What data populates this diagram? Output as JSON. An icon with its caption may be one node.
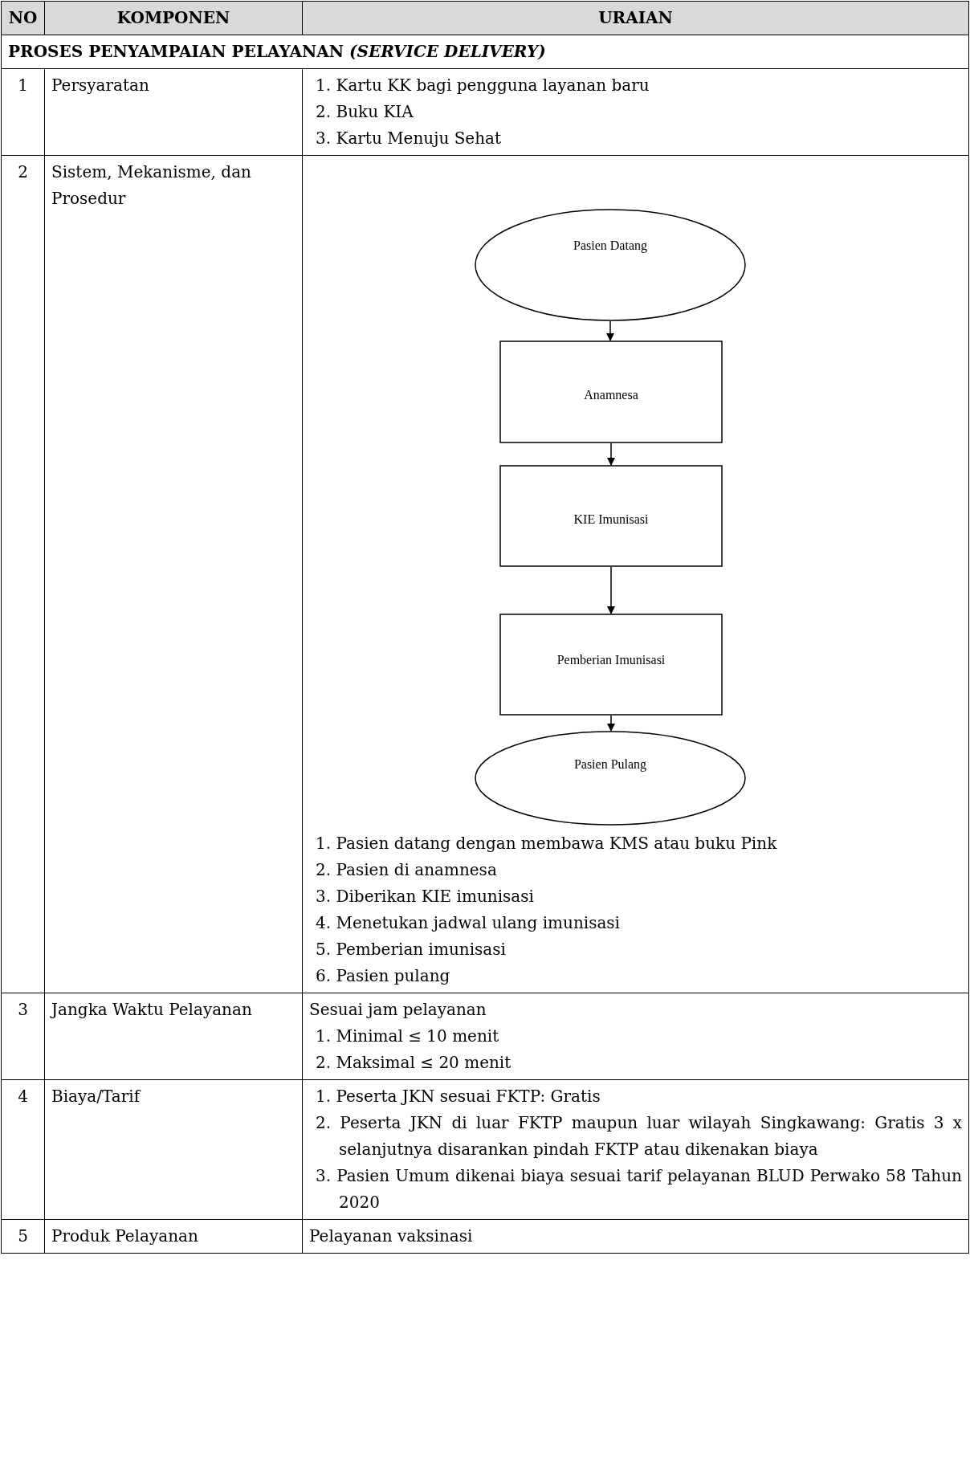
{
  "diagram": {
    "nodes": [
      {
        "text": [
          "Pasien Datang"
        ]
      },
      {
        "text": [
          "Anamnesa"
        ]
      },
      {
        "text": [
          "KIE Imunisasi"
        ]
      },
      {
        "text": [
          "Pemberian Imunisasi"
        ]
      },
      {
        "text": [
          "Pasien Pulang"
        ]
      }
    ],
    "edges": [
      {
        "from": 0,
        "to": 1,
        "arrow": "to"
      },
      {
        "from": 1,
        "to": 2,
        "arrow": "to"
      },
      {
        "from": 2,
        "to": 3,
        "arrow": "to"
      },
      {
        "from": 3,
        "to": 4,
        "arrow": "to"
      }
    ],
    "labels": [
      "NO",
      "KOMPONEN",
      "URAIAN",
      "PROSES PENYAMPAIAN PELAYANAN *(SERVICE DELIVERY)*",
      "1",
      "Persyaratan",
      "1. Kartu KK bagi pengguna layanan baru",
      "2. Buku KIA",
      "3. Kartu Menuju Sehat",
      "2",
      "Sistem, Mekanisme, dan Prosedur",
      "1. Pasien datang dengan membawa KMS atau buku Pink",
      "2. Pasien di anamnesa",
      "3. Diberikan KIE imunisasi",
      "4. Menetukan jadwal ulang imunisasi",
      "5. Pemberian imunisasi",
      "6. Pasien pulang",
      "3",
      "Jangka Waktu Pelayanan",
      "Sesuai jam pelayanan",
      "1. Minimal ≤ 10 menit",
      "2. Maksimal ≤ 20 menit",
      "4",
      "Biaya/Tarif",
      "1. Peserta JKN sesuai FKTP: Gratis",
      "2. Peserta JKN di luar FKTP maupun luar wilayah Singkawang: Gratis 3 x selanjutnya disarankan pindah FKTP atau dikenakan biaya",
      "3. Pasien Umum dikenai biaya sesuai tarif pelayanan BLUD Perwako 58 Tahun 2020",
      "5",
      "Produk Pelayanan",
      "Pelayanan vaksinasi"
    ]
  }
}
